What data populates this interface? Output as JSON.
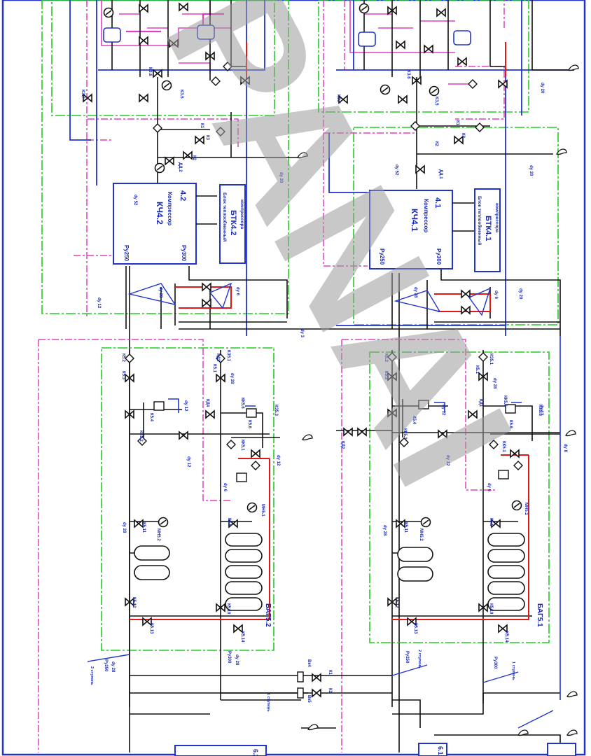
{
  "colors": {
    "pipe": "#111111",
    "gas": "#2233cc",
    "signal": "#e040c0",
    "frame": "#22cc22",
    "hot": "#e01818",
    "label": "#1a2ab0",
    "watermark": "#9a9a9a"
  },
  "watermark": "PANAI",
  "modules": {
    "left_compressor": {
      "id": "4.2",
      "name": "КЧ4.2",
      "word": "Компрессор",
      "p1": "Ру250",
      "p2": "Ру300",
      "btk_title": "БТК4.2",
      "btk_line1": "Блок теплообменный",
      "btk_line2": "компрессора"
    },
    "right_compressor": {
      "id": "4.1",
      "name": "КЧ4.1",
      "word": "Компрессор",
      "p1": "Ру250",
      "p2": "Ру300",
      "btk_title": "БТК4.1",
      "btk_line1": "Блок теплообменный",
      "btk_line2": "компрессора"
    },
    "left_battery": "БАГ5.2",
    "right_battery": "БАГ5.1"
  },
  "left_valves": {
    "a": "КЗ.5",
    "b": "КЗ.7",
    "c": "КЗ.6",
    "d": "К3",
    "e": "К1",
    "f": "К2",
    "g": "ДД.2",
    "h": "К5.2",
    "i": "К5.1",
    "j": "КЗ5.1",
    "k": "К5.4",
    "l": "К5.9",
    "m": "К5.10",
    "n": "К5.11",
    "o": "К5.12",
    "p": "К5.13",
    "q": "К5.14",
    "r": "МН5.2",
    "s": "МН5.1",
    "t": "КК5.6",
    "u": "КК5.1",
    "v": "КК5.2",
    "w": "К5.6",
    "x": "К5.3",
    "y": "КЗ5.3"
  },
  "right_valves": {
    "a": "КЗ.5",
    "b": "КЗ.7",
    "c": "КЗ.6",
    "d": "К3",
    "e": "К1",
    "f": "К2",
    "g": "ДД.1",
    "h": "К5.2",
    "i": "К5.1",
    "j": "КЗ5.1",
    "k": "К5.4",
    "l": "К5.9",
    "m": "К5.10",
    "n": "К5.11",
    "o": "К5.12",
    "p": "К5.13",
    "q": "К5.14",
    "r": "МН5.2",
    "s": "МН5.1",
    "t": "КК5.6",
    "u": "КК5.1",
    "v": "КК5.2",
    "w": "К5.6",
    "x": "К5.3",
    "y": "КЗ5.3"
  },
  "pipes": {
    "d28": "dy 28",
    "d20": "dy 20",
    "d12": "dy 12",
    "d6": "dy 6",
    "d8": "dy 8",
    "d52": "dy 52",
    "d3": "dy 3"
  },
  "misc": {
    "k1": "К1",
    "k2": "К2",
    "vk4": "Вк4",
    "vk5": "Вк5",
    "kd3": "КД3",
    "kd4": "КД4",
    "kd2": "КД2",
    "kd1": "КД1",
    "ru250": "Ру250",
    "ru300": "Ру300",
    "stage1": "1 ступень",
    "stage2": "2 ступень",
    "bottom_left": "6.2",
    "bottom_right": "6.1"
  }
}
